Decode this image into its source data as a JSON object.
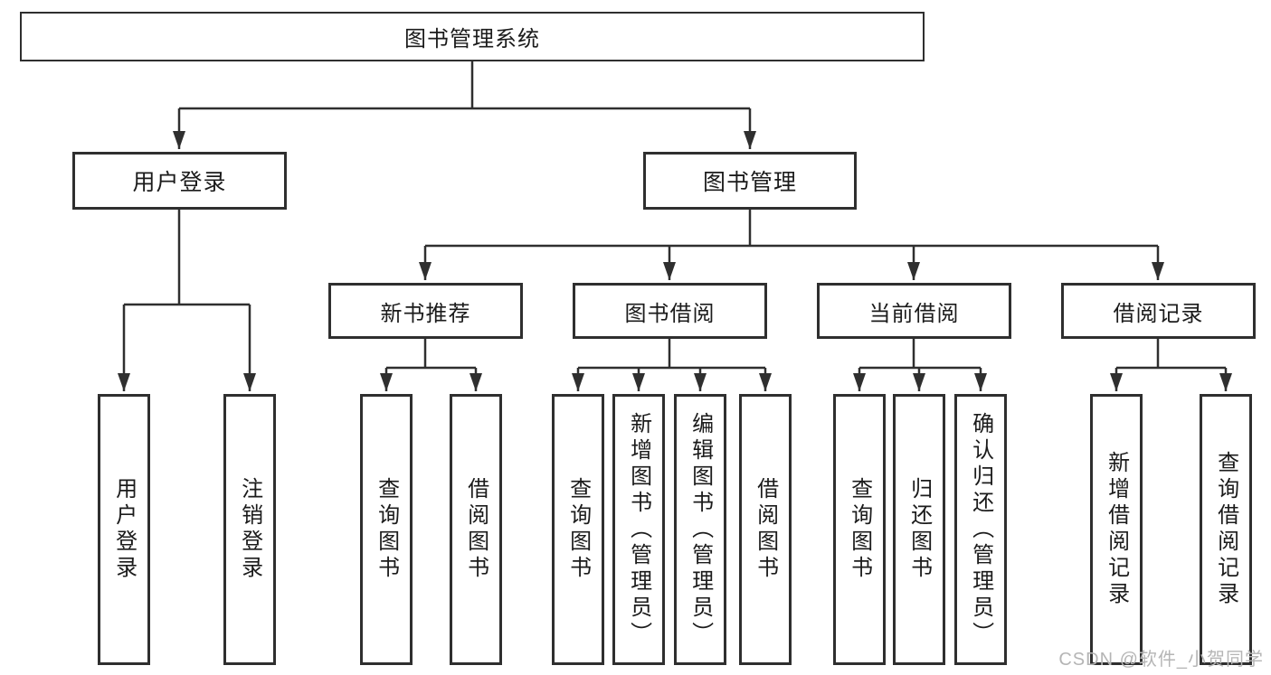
{
  "tree": {
    "root": {
      "label": "图书管理系统"
    },
    "branches": [
      {
        "label": "用户登录",
        "children": [
          {
            "label": "用户登录"
          },
          {
            "label": "注销登录"
          }
        ]
      },
      {
        "label": "图书管理",
        "sections": [
          {
            "label": "新书推荐",
            "children": [
              {
                "label": "查询图书"
              },
              {
                "label": "借阅图书"
              }
            ]
          },
          {
            "label": "图书借阅",
            "children": [
              {
                "label": "查询图书"
              },
              {
                "label": "新增图书（管理员）"
              },
              {
                "label": "编辑图书（管理员）"
              },
              {
                "label": "借阅图书"
              }
            ]
          },
          {
            "label": "当前借阅",
            "children": [
              {
                "label": "查询图书"
              },
              {
                "label": "归还图书"
              },
              {
                "label": "确认归还（管理员）"
              }
            ]
          },
          {
            "label": "借阅记录",
            "children": [
              {
                "label": "新增借阅记录"
              },
              {
                "label": "查询借阅记录"
              }
            ]
          }
        ]
      }
    ]
  },
  "watermark": {
    "text": "CSDN @软件_小贺同学"
  },
  "colors": {
    "line": "#2f2f2f",
    "text": "#1b1b1b",
    "background": "#ffffff",
    "watermark": "#b5b5b5"
  }
}
